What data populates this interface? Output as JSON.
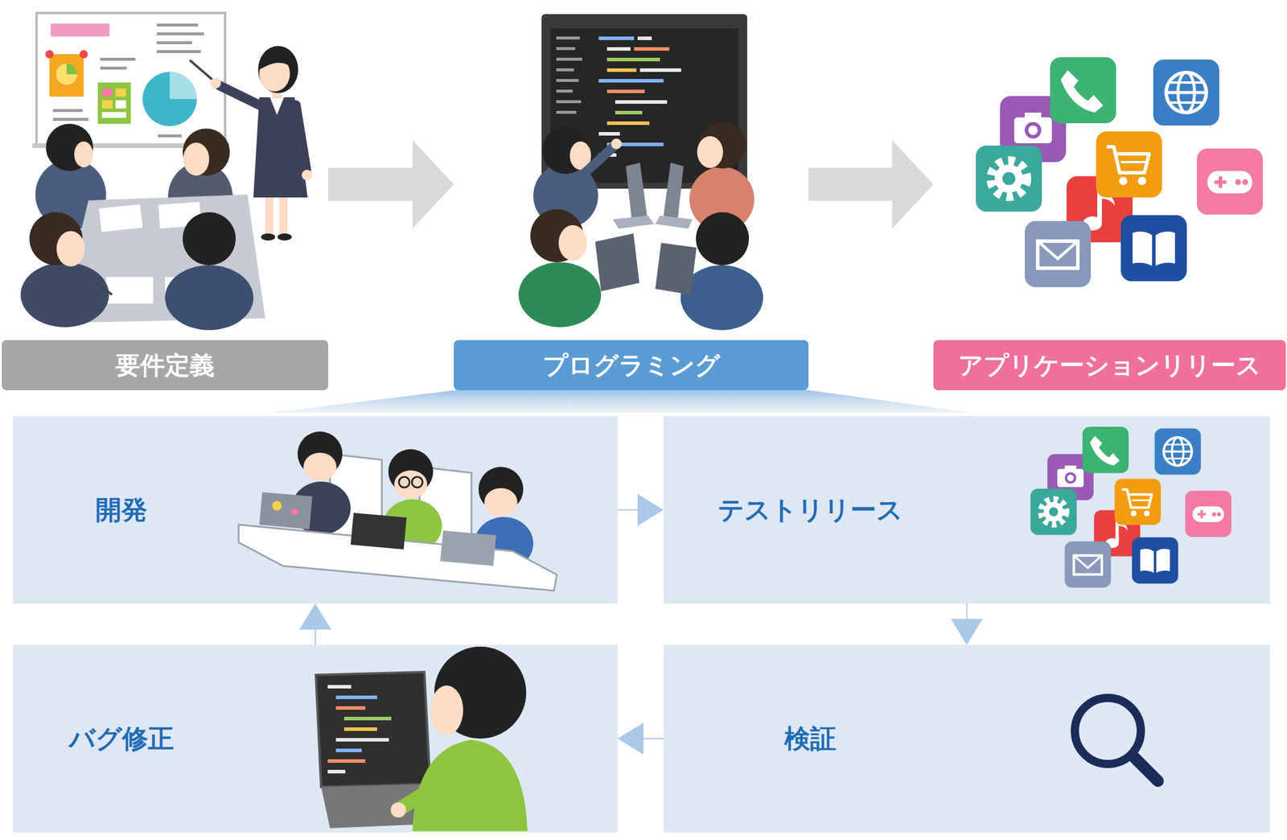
{
  "diagram": {
    "nodes": [
      {
        "text": [
          "要件定義"
        ]
      },
      {
        "text": [
          "プログラミング"
        ]
      },
      {
        "text": [
          "アプリケーションリリース"
        ]
      },
      {
        "text": [
          "開発"
        ]
      },
      {
        "text": [
          "テストリリース"
        ]
      },
      {
        "text": [
          "バグ修正"
        ]
      },
      {
        "text": [
          "検証"
        ]
      }
    ],
    "edges": [
      {
        "from": 0,
        "to": 1,
        "arrow": "to"
      },
      {
        "from": 1,
        "to": 2,
        "arrow": "to"
      },
      {
        "from": 3,
        "to": 4,
        "arrow": "to"
      },
      {
        "from": 4,
        "to": 6,
        "arrow": "to"
      },
      {
        "from": 6,
        "to": 5,
        "arrow": "to"
      },
      {
        "from": 5,
        "to": 3,
        "arrow": "to"
      }
    ]
  }
}
